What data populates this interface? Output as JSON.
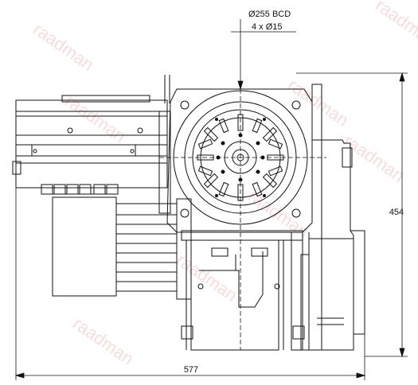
{
  "annotations": {
    "bcd_label": "Ø255 BCD",
    "holes_label": "4 x Ø15",
    "height_label": "454",
    "width_label": "577"
  },
  "watermark": {
    "text": "raadman",
    "color": "#e8a0a0"
  },
  "colors": {
    "line": "#111111",
    "background": "#ffffff"
  }
}
